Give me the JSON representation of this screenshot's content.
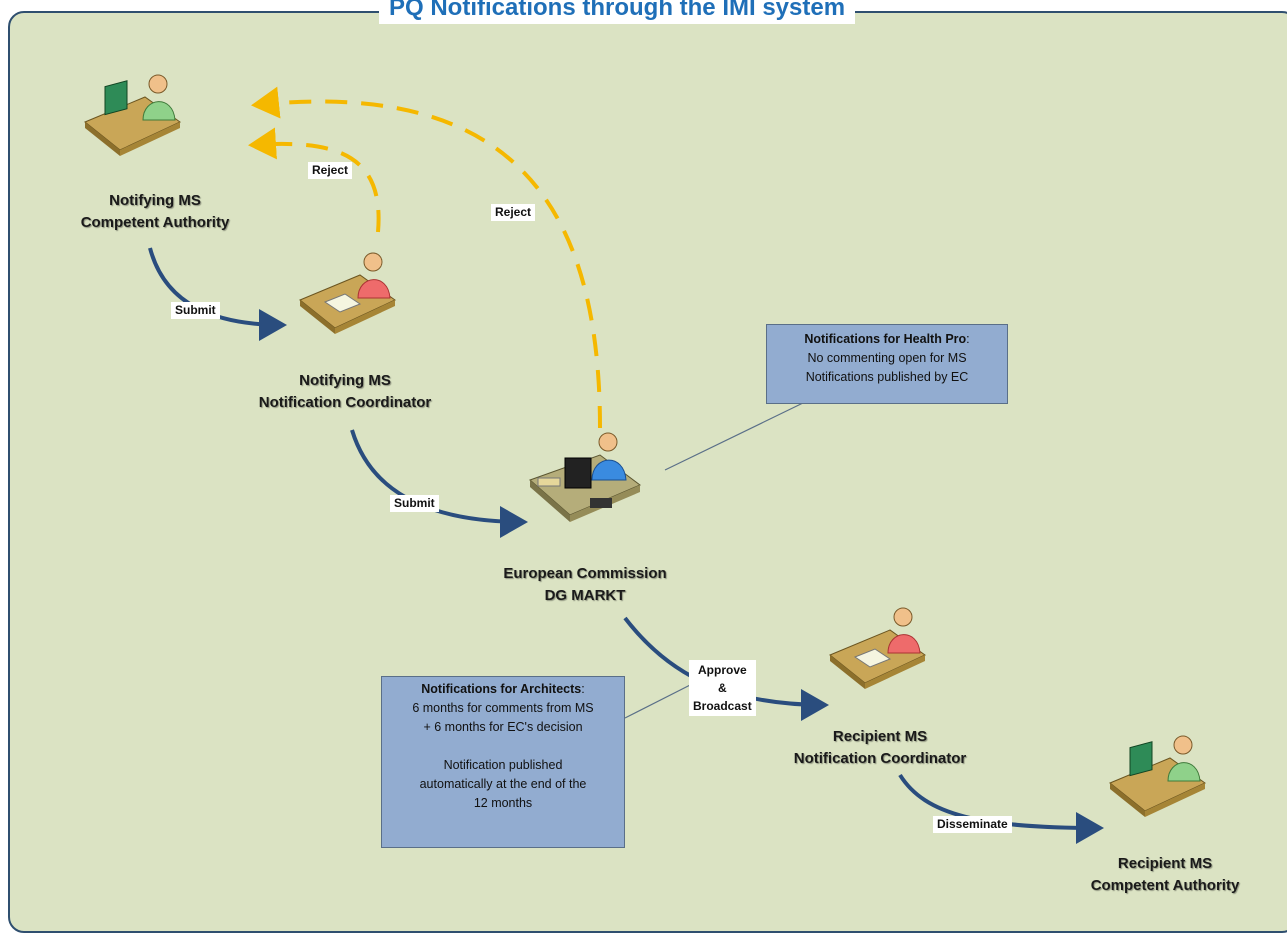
{
  "title": "PQ Notifications through the IMI system",
  "nodes": {
    "notifying_ca": {
      "line1": "Notifying MS",
      "line2": "Competent Authority"
    },
    "notifying_nc": {
      "line1": "Notifying MS",
      "line2": "Notification Coordinator"
    },
    "ec": {
      "line1": "European Commission",
      "line2": "DG MARKT"
    },
    "recipient_nc": {
      "line1": "Recipient MS",
      "line2": "Notification Coordinator"
    },
    "recipient_ca": {
      "line1": "Recipient MS",
      "line2": "Competent Authority"
    }
  },
  "edges": {
    "submit_1": "Submit",
    "submit_2": "Submit",
    "reject_1": "Reject",
    "reject_2": "Reject",
    "approve_1": "Approve",
    "approve_2": "&",
    "approve_3": "Broadcast",
    "disseminate": "Disseminate"
  },
  "notes": {
    "health": {
      "heading": "Notifications for Health Pro",
      "colon": ":",
      "line1": "No commenting open for MS",
      "line2": "Notifications published by EC"
    },
    "architects": {
      "heading": "Notifications for Architects",
      "colon": ":",
      "line1": "6 months for comments from MS",
      "line2": "+ 6 months for EC's decision",
      "line3": "Notification published",
      "line4": "automatically at the end of the",
      "line5": "12 months"
    }
  },
  "colors": {
    "background": "#dbe3c3",
    "title": "#1f6fb8",
    "submit_arrow": "#2a4d7e",
    "reject_arrow": "#f5b800",
    "note_fill": "#92acd0"
  },
  "icons": {
    "notifying_ca": "person-computer-desk-icon",
    "notifying_nc": "person-writing-desk-icon",
    "ec": "person-computer-phone-desk-icon",
    "recipient_nc": "person-writing-desk-icon",
    "recipient_ca": "person-computer-desk-icon"
  }
}
